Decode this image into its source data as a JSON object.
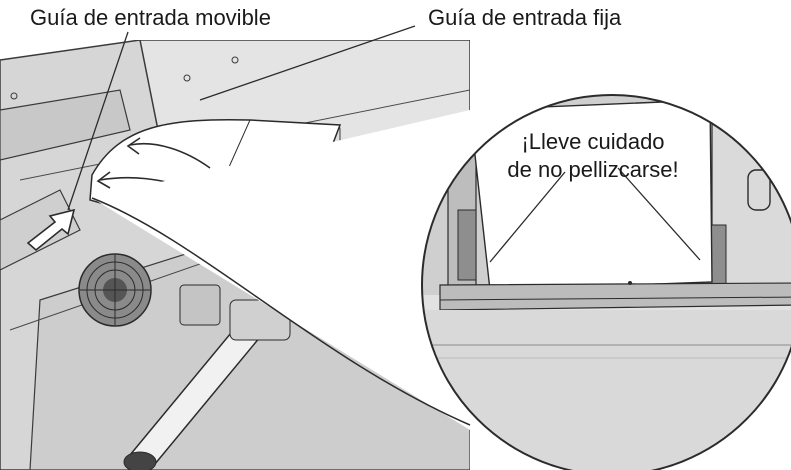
{
  "labels": {
    "movable_guide": "Guía de entrada movible",
    "fixed_guide": "Guía de entrada fija"
  },
  "warning": {
    "line1": "¡Lleve cuidado",
    "line2": "de no pellizcarse!"
  },
  "colors": {
    "background": "#ffffff",
    "machine_body": "#d9d9d9",
    "paper": "#ffffff",
    "outline": "#2b2b2b",
    "shadow": "#8f8f8f"
  },
  "icons": [
    "insertion-arrow-icon",
    "fan-grille-icon",
    "paper-feed-arrow-icon"
  ]
}
